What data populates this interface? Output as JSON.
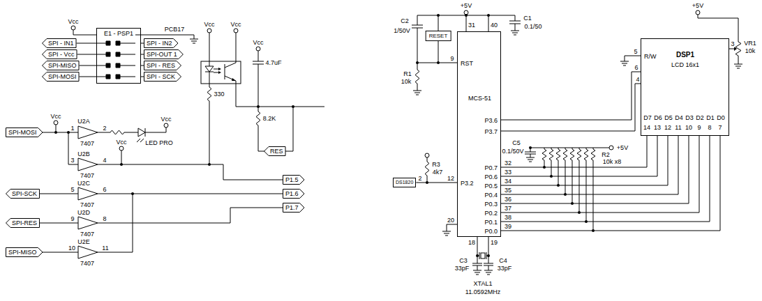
{
  "diagram": {
    "nodes": [
      {
        "text": [
          "E1 - PSP1"
        ]
      },
      {
        "text": [
          "SPI - IN1"
        ]
      },
      {
        "text": [
          "SPI - Vcc"
        ]
      },
      {
        "text": [
          "SPI-MISO"
        ]
      },
      {
        "text": [
          "SPI-MOSI"
        ]
      },
      {
        "text": [
          "SPI - IN2"
        ]
      },
      {
        "text": [
          "SPI-OUT 1"
        ]
      },
      {
        "text": [
          "SPI - RES"
        ]
      },
      {
        "text": [
          "SPI - SCK"
        ]
      },
      {
        "text": [
          "RES"
        ]
      },
      {
        "text": [
          "SPI-MOSI"
        ]
      },
      {
        "text": [
          "SPI-SCK"
        ]
      },
      {
        "text": [
          "SPI-RES"
        ]
      },
      {
        "text": [
          "SPI-MISO"
        ]
      },
      {
        "text": [
          "P1.5"
        ]
      },
      {
        "text": [
          "P1.6"
        ]
      },
      {
        "text": [
          "P1.7"
        ]
      },
      {
        "text": [
          "RESET"
        ]
      },
      {
        "text": [
          "DS1820"
        ]
      },
      {
        "text": [
          "MCS-51",
          "RST",
          "P3.6",
          "P3.7",
          "P3.2",
          "P0.7",
          "P0.6",
          "P0.5",
          "P0.4",
          "P0.3",
          "P0.2",
          "P0.1",
          "P0.0"
        ]
      },
      {
        "text": [
          "DSP1",
          "LCD 16x1",
          "R/W",
          "D7",
          "D6",
          "D5",
          "D4",
          "D3",
          "D2",
          "D1",
          "D0"
        ]
      }
    ],
    "edges": [
      {
        "from": 1,
        "to": 0,
        "arrow": "none"
      },
      {
        "from": 2,
        "to": 0,
        "arrow": "none"
      },
      {
        "from": 3,
        "to": 0,
        "arrow": "none"
      },
      {
        "from": 4,
        "to": 0,
        "arrow": "none"
      },
      {
        "from": 0,
        "to": 5,
        "arrow": "none"
      },
      {
        "from": 0,
        "to": 6,
        "arrow": "none"
      },
      {
        "from": 0,
        "to": 7,
        "arrow": "none"
      },
      {
        "from": 0,
        "to": 8,
        "arrow": "none"
      },
      {
        "from": 18,
        "to": 19,
        "arrow": "none"
      },
      {
        "from": 19,
        "to": 20,
        "arrow": "none"
      },
      {
        "from": 19,
        "to": 20,
        "arrow": "none"
      },
      {
        "from": 19,
        "to": 20,
        "arrow": "none"
      },
      {
        "from": 19,
        "to": 20,
        "arrow": "none"
      },
      {
        "from": 19,
        "to": 20,
        "arrow": "none"
      },
      {
        "from": 19,
        "to": 20,
        "arrow": "none"
      },
      {
        "from": 19,
        "to": 20,
        "arrow": "none"
      },
      {
        "from": 19,
        "to": 20,
        "arrow": "none"
      },
      {
        "from": 19,
        "to": 20,
        "arrow": "none"
      },
      {
        "from": 19,
        "to": 20,
        "arrow": "none"
      }
    ],
    "labels": [
      "Vcc",
      "PCB17",
      "Vcc",
      "Vcc",
      "Vcc",
      "4.7uF",
      "330",
      "8.2K",
      "Vcc",
      "U2A",
      "1",
      "2",
      "7407",
      "LED PRO",
      "Vcc",
      "U2B",
      "3",
      "4",
      "7407",
      "Vcc",
      "U2C",
      "5",
      "6",
      "7407",
      "U2D",
      "9",
      "8",
      "7407",
      "U2E",
      "10",
      "11",
      "7407",
      "+5V",
      "C1",
      "0.1/50",
      "C2",
      "1/50V",
      "R1",
      "10k",
      "31",
      "40",
      "9",
      "R3",
      "4k7",
      "2",
      "12",
      "20",
      "18",
      "19",
      "C3",
      "33pF",
      "C4",
      "33pF",
      "XTAL1",
      "11.0592MHz",
      "C5",
      "0.1/50V",
      "R2",
      "10k x8",
      "+5V",
      "32",
      "33",
      "34",
      "35",
      "36",
      "37",
      "38",
      "39",
      "+5V",
      "VR1",
      "10k",
      "3",
      "5",
      "6",
      "4",
      "14",
      "13",
      "12",
      "11",
      "10",
      "9",
      "8",
      "7"
    ]
  }
}
